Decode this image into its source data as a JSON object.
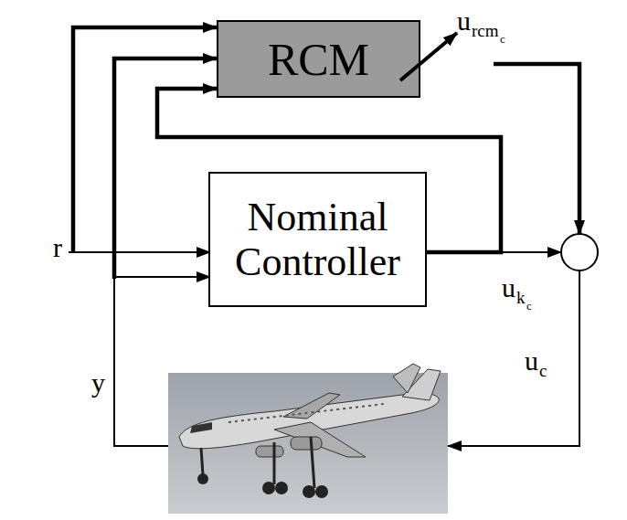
{
  "diagram": {
    "nodes": [
      {
        "text": [
          "RCM"
        ]
      },
      {
        "text": [
          "Nominal Controller"
        ]
      }
    ],
    "edges": [
      {
        "from": 1,
        "to": 0,
        "arrow": "to"
      }
    ],
    "labels": [
      "r",
      "y",
      "u",
      "k",
      "c",
      "u",
      "rcm",
      "c",
      "u",
      "c"
    ]
  }
}
